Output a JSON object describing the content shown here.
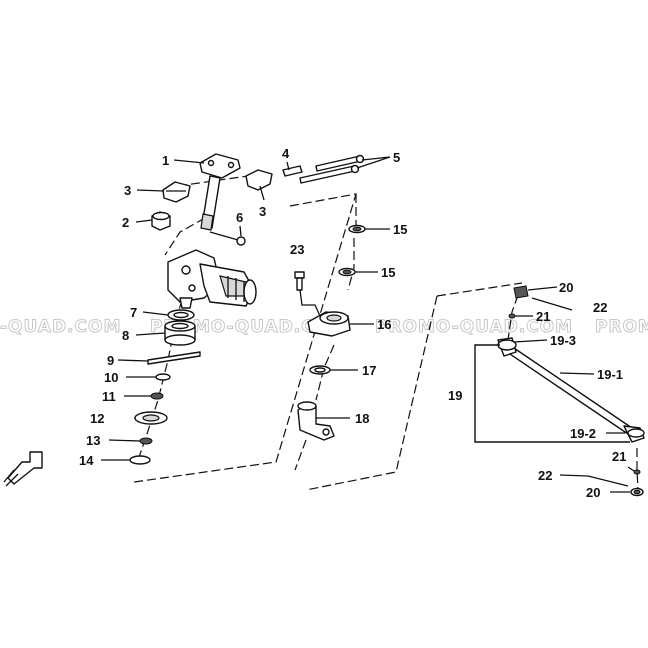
{
  "watermark": {
    "text_left": "-QUAD.COM",
    "text_mid": "PROMO-QUAD.COM",
    "text_mid2": "PROMO-QUAD.COM",
    "text_right": "PROMO"
  },
  "callouts": {
    "c1": "1",
    "c2": "2",
    "c3a": "3",
    "c3b": "3",
    "c4": "4",
    "c5": "5",
    "c6": "6",
    "c7": "7",
    "c8": "8",
    "c9": "9",
    "c10": "10",
    "c11": "11",
    "c12": "12",
    "c13": "13",
    "c14": "14",
    "c15a": "15",
    "c15b": "15",
    "c16": "16",
    "c17": "17",
    "c18": "18",
    "c19": "19",
    "c19_1": "19-1",
    "c19_2": "19-2",
    "c19_3": "19-3",
    "c20a": "20",
    "c20b": "20",
    "c21a": "21",
    "c21b": "21",
    "c22a": "22",
    "c22b": "22",
    "c23": "23"
  }
}
